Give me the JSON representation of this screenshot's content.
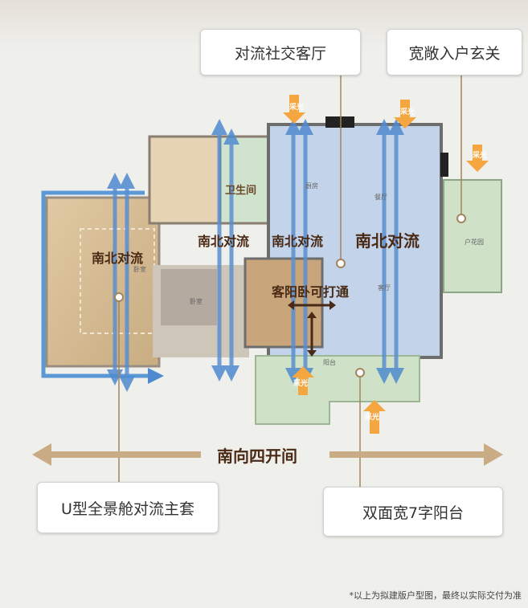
{
  "callouts": {
    "convection_living": "对流社交客厅",
    "entry_foyer": "宽敞入户玄关",
    "master_suite": "U型全景舱对流主套",
    "balcony": "双面宽7字阳台"
  },
  "flow_labels": {
    "north_south_1": "南北对流",
    "north_south_2": "南北对流",
    "north_south_3": "南北对流",
    "north_south_4": "南北对流"
  },
  "rooms": {
    "bathroom": "卫生间",
    "kitchen": "厨房",
    "dining": "餐厅",
    "living": "客厅",
    "bedroom_small": "卧室",
    "bedroom_master": "卧室",
    "balcony": "阳台",
    "garden": "户花园"
  },
  "merge_label": "客阳卧可打通",
  "facing_label": "南向四开间",
  "light_label": "采光",
  "disclaimer": "*以上为拟建版户型图，最终以实际交付为准",
  "colors": {
    "accent_brown": "#a3845c",
    "arrow_blue": "#5a8fcf",
    "arrow_orange": "#f4a640",
    "text_dark": "#4a2a14"
  }
}
